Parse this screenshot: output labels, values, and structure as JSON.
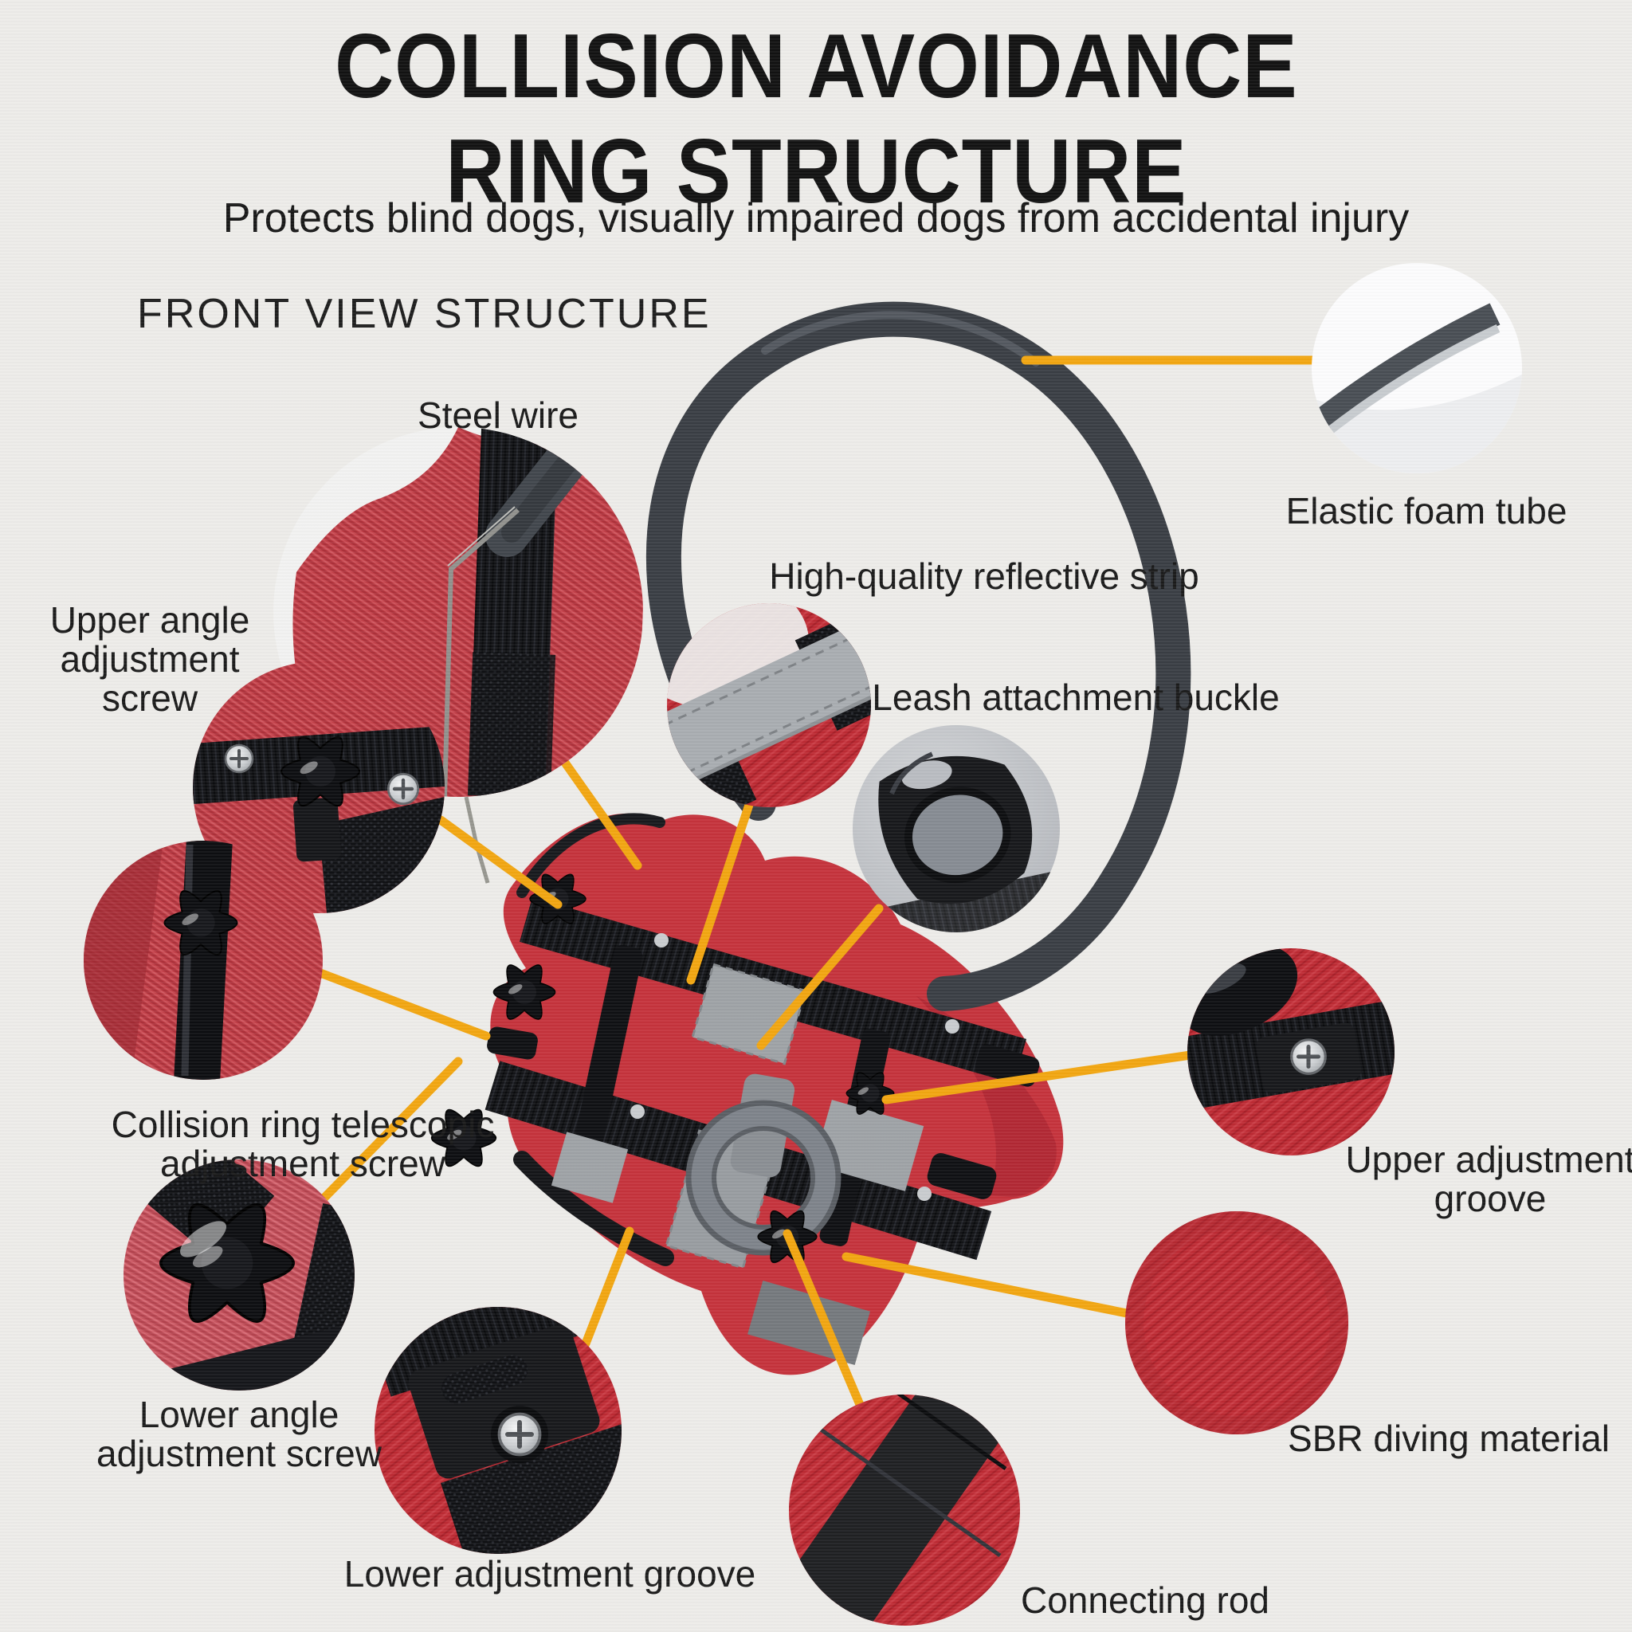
{
  "title": {
    "line1": "COLLISION AVOIDANCE",
    "line2": "RING STRUCTURE"
  },
  "subtitle": "Protects blind dogs, visually impaired dogs from accidental injury",
  "section_heading": "FRONT VIEW STRUCTURE",
  "labels": {
    "steel_wire": "Steel wire",
    "elastic_foam_tube": "Elastic foam tube",
    "reflective_strip": "High-quality reflective strip",
    "leash_buckle": "Leash attachment buckle",
    "upper_angle_screw": "Upper angle adjustment screw",
    "collision_ring_screw": "Collision ring telescopic adjustment screw",
    "upper_adjustment_groove": "Upper adjustment groove",
    "lower_angle_screw": "Lower angle adjustment screw",
    "sbr_material": "SBR diving material",
    "lower_adjustment_groove": "Lower adjustment groove",
    "connecting_rod": "Connecting rod"
  },
  "colors": {
    "background": "#EDECE9",
    "leader_line": "#F2A611",
    "harness_red": "#C5333C",
    "ring_gray": "#3A3E44",
    "text": "#161616"
  }
}
